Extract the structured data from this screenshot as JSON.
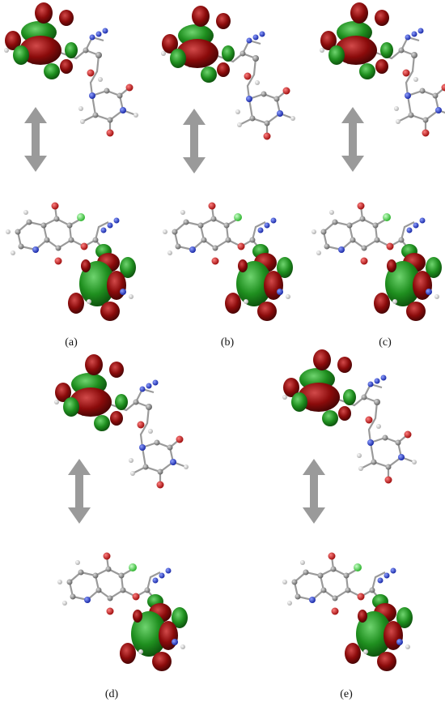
{
  "panels": [
    {
      "label": "(a)"
    },
    {
      "label": "(b)"
    },
    {
      "label": "(c)"
    },
    {
      "label": "(d)"
    },
    {
      "label": "(e)"
    }
  ],
  "colors": {
    "orbital_green": "#1f8f1f",
    "orbital_red": "#8b0b0b",
    "carbon": "#8a8a8a",
    "hydrogen": "#e8e8e8",
    "oxygen": "#cc1414",
    "nitrogen": "#1f2fd0",
    "chlorine": "#33dd33",
    "arrow": "#9a9a9a"
  }
}
